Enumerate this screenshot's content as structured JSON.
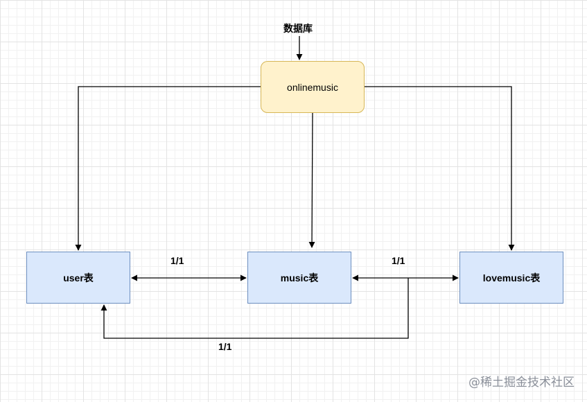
{
  "diagram": {
    "db_label": "数据库",
    "nodes": {
      "onlinemusic": {
        "label": "onlinemusic",
        "fill": "#fff2cc",
        "stroke": "#d6b656"
      },
      "user": {
        "label": "user表",
        "fill": "#dae8fc",
        "stroke": "#6c8ebf"
      },
      "music": {
        "label": "music表",
        "fill": "#dae8fc",
        "stroke": "#6c8ebf"
      },
      "lovemusic": {
        "label": "lovemusic表",
        "fill": "#dae8fc",
        "stroke": "#6c8ebf"
      }
    },
    "relations": [
      {
        "from": "user",
        "to": "music",
        "label": "1/1"
      },
      {
        "from": "music",
        "to": "lovemusic",
        "label": "1/1"
      },
      {
        "from": "lovemusic",
        "to": "user",
        "label": "1/1"
      }
    ],
    "edges": [
      {
        "from": "数据库",
        "to": "onlinemusic"
      },
      {
        "from": "onlinemusic",
        "to": "user"
      },
      {
        "from": "onlinemusic",
        "to": "music"
      },
      {
        "from": "onlinemusic",
        "to": "lovemusic"
      }
    ]
  },
  "watermark": "@稀土掘金技术社区",
  "colors": {
    "edge": "#000000",
    "grid": "#e3e3e3"
  }
}
